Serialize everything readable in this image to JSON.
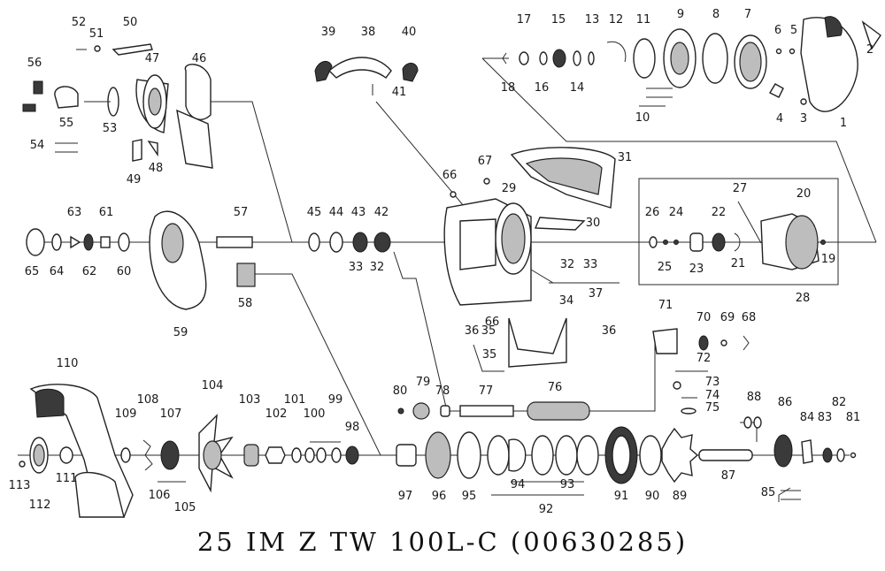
{
  "title": "25 IM Z TW 100L-C (00630285)",
  "part_labels": [
    "1",
    "2",
    "3",
    "4",
    "5",
    "6",
    "7",
    "8",
    "9",
    "10",
    "11",
    "12",
    "13",
    "14",
    "15",
    "16",
    "17",
    "18",
    "19",
    "20",
    "21",
    "22",
    "23",
    "24",
    "25",
    "26",
    "27",
    "28",
    "29",
    "30",
    "31",
    "32",
    "32",
    "33",
    "33",
    "34",
    "35",
    "35",
    "36",
    "36",
    "37",
    "38",
    "39",
    "40",
    "41",
    "42",
    "43",
    "44",
    "45",
    "46",
    "47",
    "48",
    "49",
    "50",
    "51",
    "52",
    "53",
    "54",
    "55",
    "56",
    "57",
    "58",
    "59",
    "60",
    "61",
    "62",
    "63",
    "64",
    "65",
    "66",
    "66",
    "67",
    "68",
    "69",
    "70",
    "71",
    "72",
    "73",
    "74",
    "75",
    "76",
    "77",
    "78",
    "79",
    "80",
    "81",
    "82",
    "83",
    "84",
    "85",
    "86",
    "87",
    "88",
    "89",
    "90",
    "91",
    "92",
    "93",
    "94",
    "95",
    "96",
    "97",
    "98",
    "99",
    "100",
    "101",
    "102",
    "103",
    "104",
    "105",
    "106",
    "107",
    "108",
    "109",
    "110",
    "111",
    "112",
    "113"
  ],
  "line_color": "#2a2a2a"
}
